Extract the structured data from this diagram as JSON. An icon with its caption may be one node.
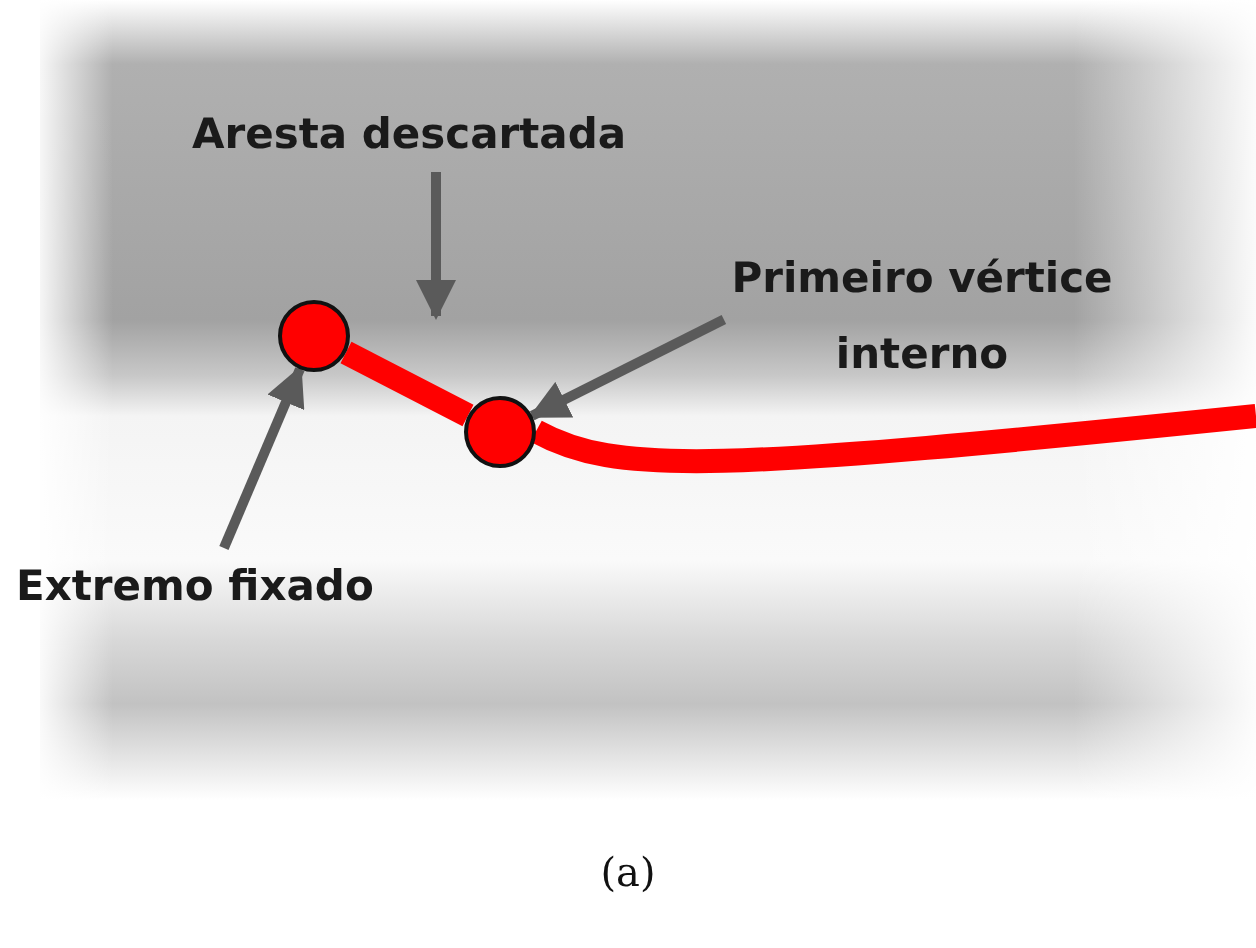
{
  "diagram": {
    "caption": "(a)",
    "nodes": [
      {
        "text": [
          "Aresta descartada"
        ]
      },
      {
        "text": [],
        "shape": "circle"
      },
      {
        "text": [],
        "shape": "circle"
      },
      {
        "text": [
          "Primeiro vértice interno"
        ]
      },
      {
        "text": [
          "Extremo fixado"
        ]
      }
    ],
    "edges": [
      {
        "from": 0,
        "to": null,
        "arrow": "to"
      },
      {
        "from": 3,
        "to": 2,
        "arrow": "to"
      },
      {
        "from": 4,
        "to": 1,
        "arrow": "to"
      },
      {
        "from": 1,
        "to": 2,
        "arrow": "none",
        "style": "thick",
        "color": "#ff0000"
      },
      {
        "from": 2,
        "to": null,
        "arrow": "none",
        "style": "thick",
        "color": "#ff0000"
      }
    ]
  }
}
